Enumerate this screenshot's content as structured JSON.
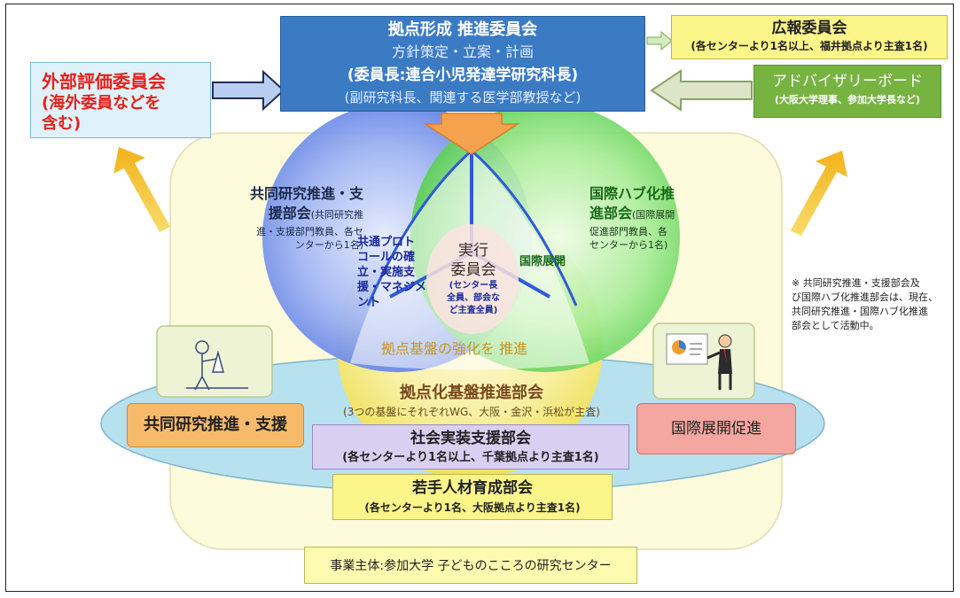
{
  "top_committee": {
    "title": "拠点形成 推進委員会",
    "line2": "方針策定・立案・計画",
    "line3": "(委員長:連合小児発達学研究科長)",
    "line4": "(副研究科長、関連する医学部教授など)"
  },
  "external_eval": {
    "title": "外部評価委員会",
    "line2": "(海外委員などを",
    "line3": "含む)"
  },
  "pr_committee": {
    "title": "広報委員会",
    "sub": "(各センターより1名以上、福井拠点より主査1名)"
  },
  "advisory": {
    "title": "アドバイザリーボード",
    "sub": "(大阪大学理事、参加大学長など)"
  },
  "joint_research_dept": {
    "line1": "共同研究推進・支",
    "line2": "援部会",
    "note1": "(共同研究推",
    "note2": "進・支援部門教員、各セ",
    "note3": "ンターから1名)"
  },
  "intl_hub_dept": {
    "line1": "国際ハブ化推",
    "line2": "進部会",
    "note1": "(国際展開",
    "note2": "促進部門教員、各",
    "note3": "センターから1名)"
  },
  "protocol": {
    "lines": [
      "共通プロト",
      "コールの確",
      "立・実施支",
      "援・マネジメ",
      "ント"
    ]
  },
  "intl_expansion_label": "国際展開",
  "exec_committee": {
    "line1": "実行",
    "line2": "委員会",
    "sub1": "(センター長",
    "sub2": "全員、部会な",
    "sub3": "ど主査全員)"
  },
  "base_strengthening": "拠点基盤の強化を 推進",
  "base_promotion_dept": {
    "title": "拠点化基盤推進部会",
    "sub": "(3つの基盤にそれぞれWG、大阪・金沢・浜松が主査)"
  },
  "joint_research_support": "共同研究推進・支援",
  "intl_promotion": "国際展開促進",
  "social_impl": {
    "title": "社会実装支援部会",
    "sub": "(各センターより1名以上、千葉拠点より主査1名)"
  },
  "young_talent": {
    "title": "若手人材育成部会",
    "sub": "(各センターより1名、大阪拠点より主査1名)"
  },
  "footer": "事業主体:参加大学 子どものこころの研究センター",
  "side_note": {
    "lines": [
      "※ 共同研究推進・支援部会及",
      "び国際ハブ化推進部会は、現在、",
      "共同研究推進・国際ハブ化推進",
      "部会として活動中。"
    ]
  },
  "colors": {
    "blue_circle": "#5b7be8",
    "green_circle": "#5fd35a",
    "yellow_circle": "#f4e96a",
    "top_box": "#3b7bc4",
    "external_red": "#e8201a",
    "advisory_green": "#77b341",
    "orange_box": "#f7b96a",
    "pink_box": "#f4a6a0",
    "lavender_box": "#d9cff0",
    "light_yellow_box": "#fbf58a"
  }
}
